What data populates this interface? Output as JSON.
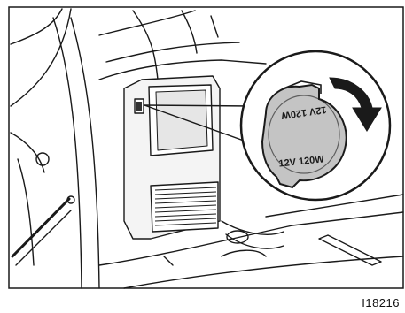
{
  "figure": {
    "id_label": "I18216",
    "cap_text_line1": "12V 120W",
    "cap_text_line2": "12V 120W"
  },
  "colors": {
    "line": "#1a1a1a",
    "shade": "#d6d6d6",
    "cap_fill": "#c4c4c4",
    "background": "#ffffff"
  },
  "icons": {
    "rotation_arrow": "clockwise-arrow-icon"
  }
}
